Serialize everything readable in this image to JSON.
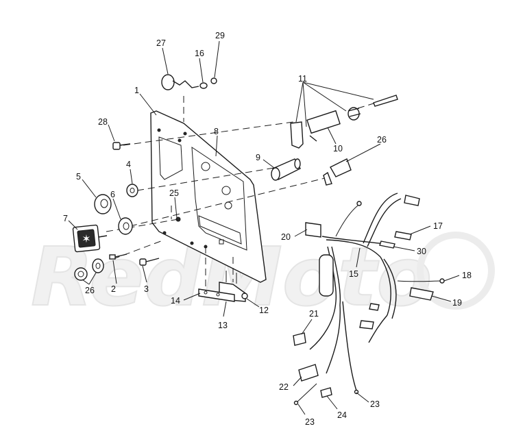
{
  "watermark": {
    "text": "RedMoto"
  },
  "callouts": {
    "c1": "1",
    "c2": "2",
    "c3": "3",
    "c4": "4",
    "c5": "5",
    "c6": "6",
    "c7": "7",
    "c8": "8",
    "c9": "9",
    "c10": "10",
    "c11": "11",
    "c12": "12",
    "c13": "13",
    "c14": "14",
    "c15": "15",
    "c16": "16",
    "c17": "17",
    "c18": "18",
    "c19": "19",
    "c20": "20",
    "c21": "21",
    "c22": "22",
    "c23a": "23",
    "c23b": "23",
    "c24": "24",
    "c25": "25",
    "c26a": "26",
    "c26b": "26",
    "c27": "27",
    "c28": "28",
    "c29": "29",
    "c30": "30"
  }
}
